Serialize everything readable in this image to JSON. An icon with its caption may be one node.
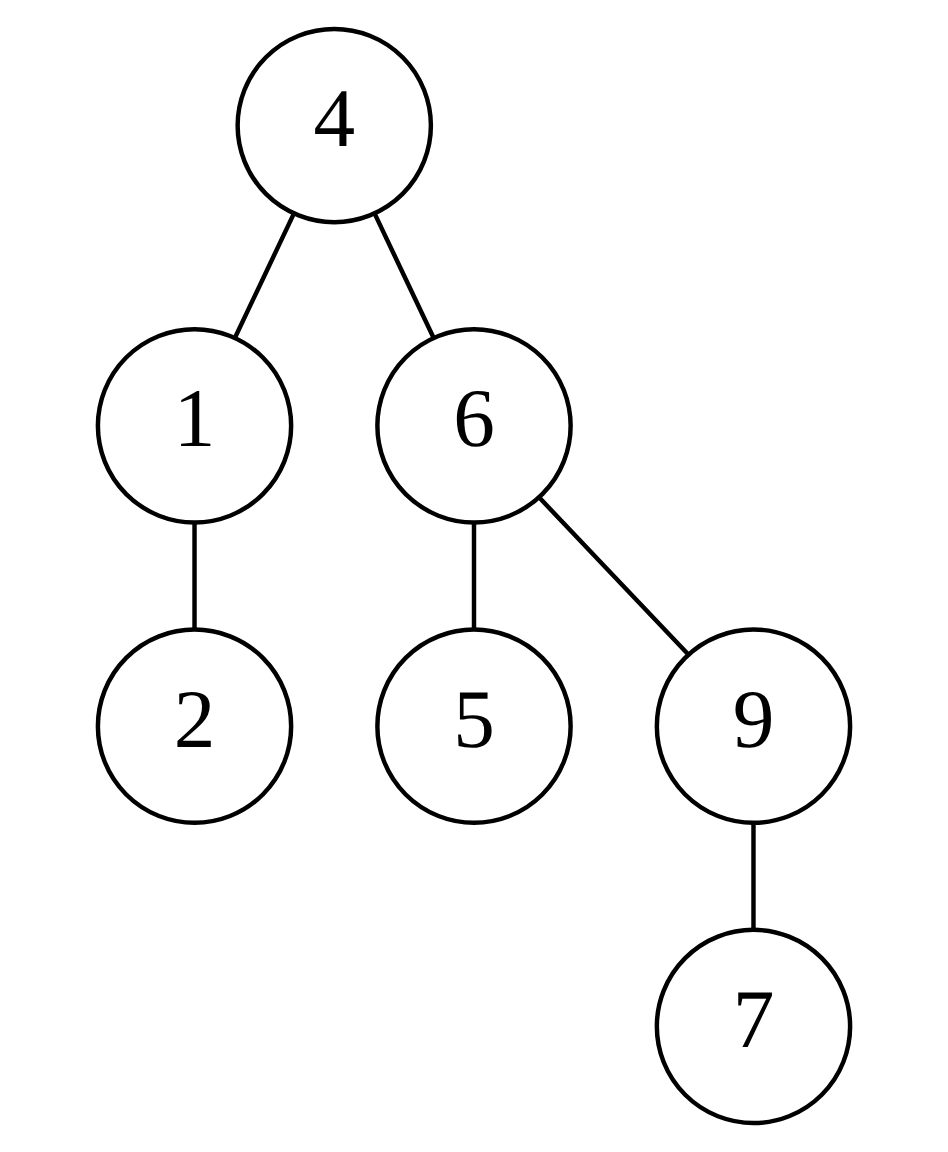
{
  "diagram": {
    "nodes": [
      {
        "text": [
          "4"
        ]
      },
      {
        "text": [
          "1"
        ]
      },
      {
        "text": [
          "6"
        ]
      },
      {
        "text": [
          "2"
        ]
      },
      {
        "text": [
          "5"
        ]
      },
      {
        "text": [
          "9"
        ]
      },
      {
        "text": [
          "7"
        ]
      }
    ],
    "edges": [
      {
        "from": 0,
        "to": 1,
        "arrow": "none"
      },
      {
        "from": 0,
        "to": 2,
        "arrow": "none"
      },
      {
        "from": 1,
        "to": 3,
        "arrow": "none"
      },
      {
        "from": 2,
        "to": 4,
        "arrow": "none"
      },
      {
        "from": 2,
        "to": 5,
        "arrow": "none"
      },
      {
        "from": 5,
        "to": 6,
        "arrow": "none"
      }
    ]
  }
}
